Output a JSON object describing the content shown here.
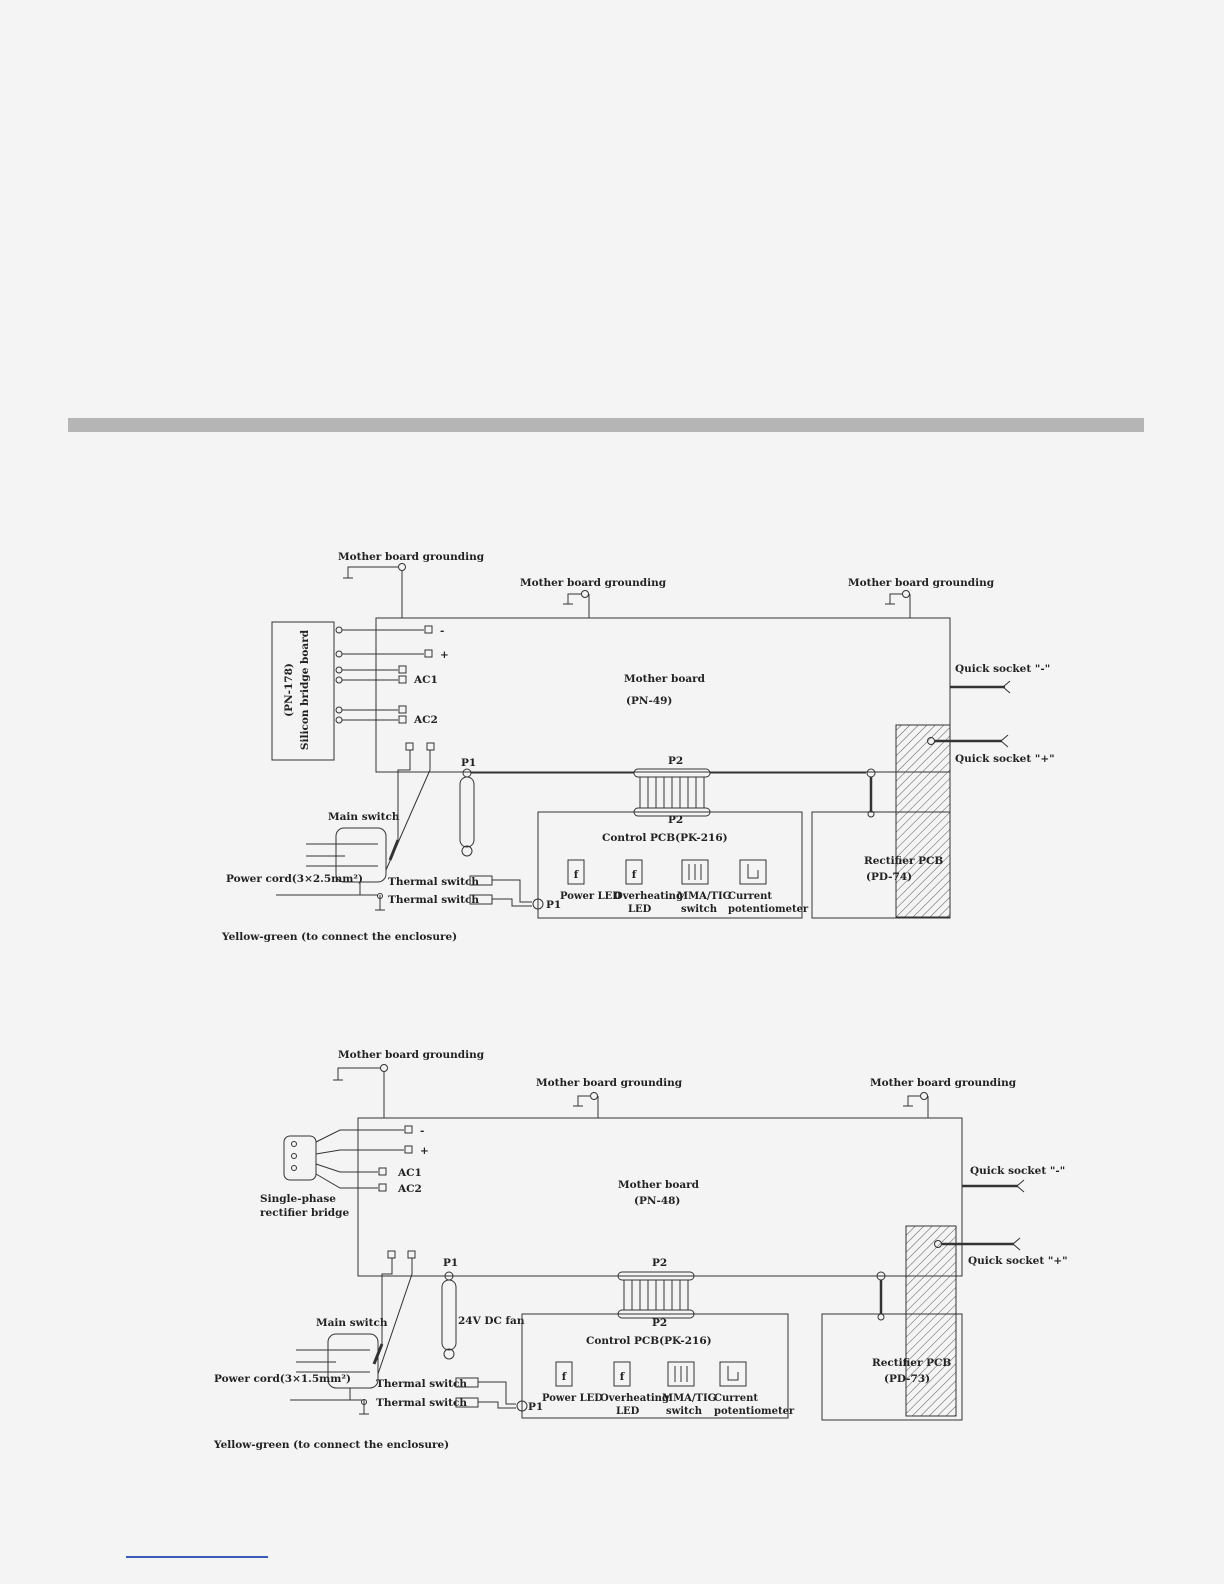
{
  "diagram1": {
    "mb_ground_left": "Mother board grounding",
    "mb_ground_mid": "Mother board grounding",
    "mb_ground_right": "Mother board grounding",
    "bridge_line1": "(PN-178)",
    "bridge_line2": "Silicon bridge board",
    "minus": "-",
    "plus": "+",
    "ac1": "AC1",
    "ac2": "AC2",
    "mother_board": "Mother board",
    "mother_board_code": "(PN-49)",
    "quick_socket_neg": "Quick socket \"-\"",
    "quick_socket_pos": "Quick socket \"+\"",
    "p1": "P1",
    "p2": "P2",
    "p2_ctrl": "P2",
    "control_pcb": "Control PCB(PK-216)",
    "main_switch": "Main switch",
    "power_cord": "Power cord(3×2.5mm²)",
    "thermal_switch_1": "Thermal switch",
    "thermal_switch_2": "Thermal switch",
    "p1_ctrl": "P1",
    "power_led": "Power LED",
    "overheating_led_1": "Overheating",
    "overheating_led_2": "LED",
    "mma_tig_1": "MMA/TIG",
    "mma_tig_2": "switch",
    "current_pot_1": "Current",
    "current_pot_2": "potentiometer",
    "rectifier_pcb": "Rectifier PCB",
    "rectifier_code": "(PD-74)",
    "yellow_green": "Yellow-green (to connect the enclosure)"
  },
  "diagram2": {
    "mb_ground_left": "Mother board grounding",
    "mb_ground_mid": "Mother board grounding",
    "mb_ground_right": "Mother board grounding",
    "bridge_line1": "Single-phase",
    "bridge_line2": "rectifier bridge",
    "minus": "-",
    "plus": "+",
    "ac1": "AC1",
    "ac2": "AC2",
    "mother_board": "Mother board",
    "mother_board_code": "(PN-48)",
    "quick_socket_neg": "Quick socket \"-\"",
    "quick_socket_pos": "Quick socket \"+\"",
    "p1": "P1",
    "p2": "P2",
    "p2_ctrl": "P2",
    "fan": "24V DC fan",
    "control_pcb": "Control PCB(PK-216)",
    "main_switch": "Main switch",
    "power_cord": "Power cord(3×1.5mm²)",
    "thermal_switch_1": "Thermal switch",
    "thermal_switch_2": "Thermal switch",
    "p1_ctrl": "P1",
    "power_led": "Power LED",
    "overheating_led_1": "Overheating",
    "overheating_led_2": "LED",
    "mma_tig_1": "MMA/TIG",
    "mma_tig_2": "switch",
    "current_pot_1": "Current",
    "current_pot_2": "potentiometer",
    "rectifier_pcb": "Rectifier PCB",
    "rectifier_code": "(PD-73)",
    "yellow_green": "Yellow-green (to connect the enclosure)"
  }
}
